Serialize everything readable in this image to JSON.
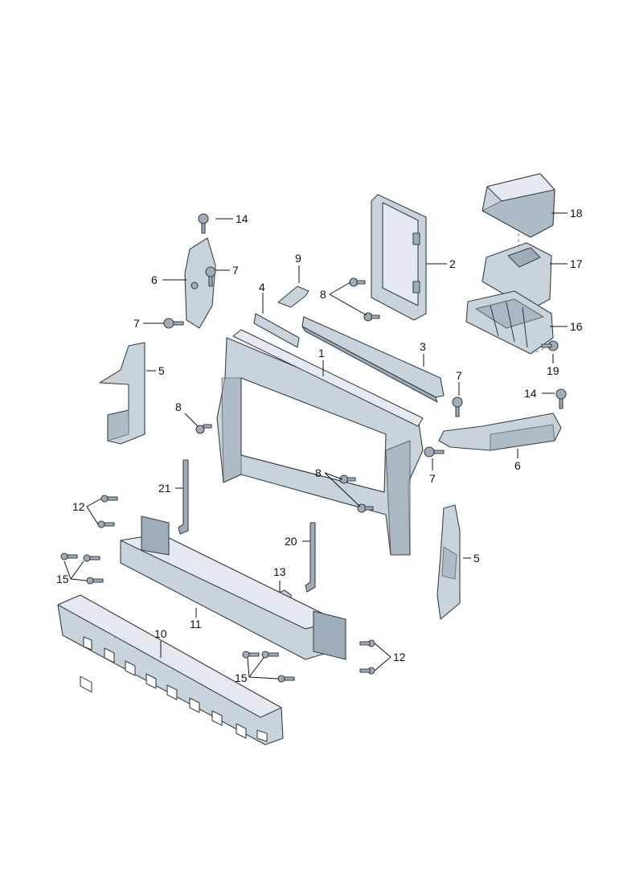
{
  "diagram": {
    "colors": {
      "part_fill": "#c9d3dc",
      "part_fill_dark": "#9fadba",
      "part_fill_light": "#e4eaef",
      "part_stroke": "#3a4148",
      "leader": "#111111",
      "text": "#111111"
    },
    "callouts": {
      "c1": "1",
      "c2": "2",
      "c3": "3",
      "c4": "4",
      "c5_left": "5",
      "c5_right": "5",
      "c6_left": "6",
      "c6_right": "6",
      "c7_upper": "7",
      "c7_lower_left": "7",
      "c7_right_upper": "7",
      "c7_right_lower": "7",
      "c8_left": "8",
      "c8_top": "8",
      "c8_center": "8",
      "c9": "9",
      "c10": "10",
      "c11": "11",
      "c12_left": "12",
      "c12_right": "12",
      "c13": "13",
      "c14_left": "14",
      "c14_right": "14",
      "c15_left": "15",
      "c15_right": "15",
      "c16": "16",
      "c17": "17",
      "c18": "18",
      "c19": "19",
      "c20": "20",
      "c21": "21"
    }
  }
}
